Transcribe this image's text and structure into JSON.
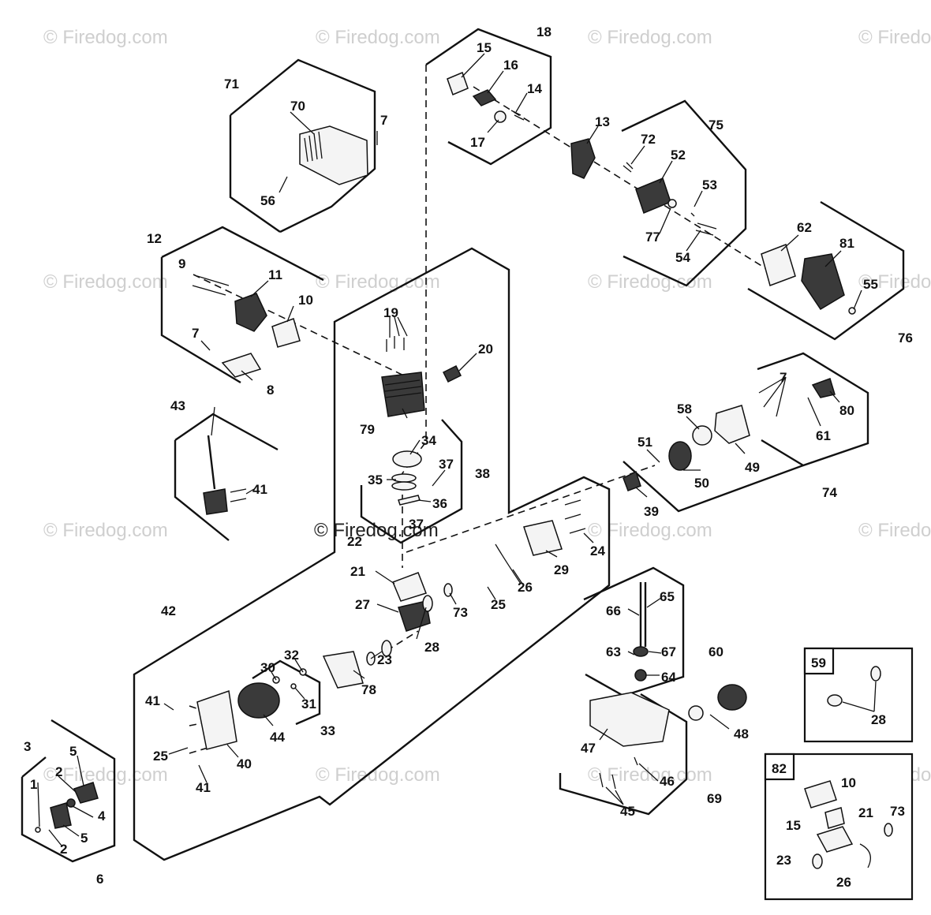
{
  "watermark": {
    "text": "© Firedog.com"
  },
  "callouts": [
    {
      "id": "c18",
      "text": "18"
    },
    {
      "id": "c15a",
      "text": "15"
    },
    {
      "id": "c16",
      "text": "16"
    },
    {
      "id": "c14",
      "text": "14"
    },
    {
      "id": "c17",
      "text": "17"
    },
    {
      "id": "c13",
      "text": "13"
    },
    {
      "id": "c71",
      "text": "71"
    },
    {
      "id": "c70",
      "text": "70"
    },
    {
      "id": "c7a",
      "text": "7"
    },
    {
      "id": "c56",
      "text": "56"
    },
    {
      "id": "c75",
      "text": "75"
    },
    {
      "id": "c72",
      "text": "72"
    },
    {
      "id": "c52",
      "text": "52"
    },
    {
      "id": "c53",
      "text": "53"
    },
    {
      "id": "c77",
      "text": "77"
    },
    {
      "id": "c54",
      "text": "54"
    },
    {
      "id": "c62",
      "text": "62"
    },
    {
      "id": "c81",
      "text": "81"
    },
    {
      "id": "c55",
      "text": "55"
    },
    {
      "id": "c76",
      "text": "76"
    },
    {
      "id": "c12",
      "text": "12"
    },
    {
      "id": "c9",
      "text": "9"
    },
    {
      "id": "c11",
      "text": "11"
    },
    {
      "id": "c10a",
      "text": "10"
    },
    {
      "id": "c7b",
      "text": "7"
    },
    {
      "id": "c8",
      "text": "8"
    },
    {
      "id": "c19",
      "text": "19"
    },
    {
      "id": "c20",
      "text": "20"
    },
    {
      "id": "c79",
      "text": "79"
    },
    {
      "id": "c34",
      "text": "34"
    },
    {
      "id": "c37a",
      "text": "37"
    },
    {
      "id": "c35",
      "text": "35"
    },
    {
      "id": "c38",
      "text": "38"
    },
    {
      "id": "c36",
      "text": "36"
    },
    {
      "id": "c37b",
      "text": "37"
    },
    {
      "id": "c43",
      "text": "43"
    },
    {
      "id": "c41a",
      "text": "41"
    },
    {
      "id": "c7c",
      "text": "7"
    },
    {
      "id": "c80",
      "text": "80"
    },
    {
      "id": "c58",
      "text": "58"
    },
    {
      "id": "c61",
      "text": "61"
    },
    {
      "id": "c51",
      "text": "51"
    },
    {
      "id": "c49",
      "text": "49"
    },
    {
      "id": "c50",
      "text": "50"
    },
    {
      "id": "c74",
      "text": "74"
    },
    {
      "id": "c39",
      "text": "39"
    },
    {
      "id": "c22",
      "text": "22"
    },
    {
      "id": "c24",
      "text": "24"
    },
    {
      "id": "c29",
      "text": "29"
    },
    {
      "id": "c21a",
      "text": "21"
    },
    {
      "id": "c26a",
      "text": "26"
    },
    {
      "id": "c25a",
      "text": "25"
    },
    {
      "id": "c73a",
      "text": "73"
    },
    {
      "id": "c27",
      "text": "27"
    },
    {
      "id": "c28a",
      "text": "28"
    },
    {
      "id": "c23a",
      "text": "23"
    },
    {
      "id": "c42",
      "text": "42"
    },
    {
      "id": "c78",
      "text": "78"
    },
    {
      "id": "c32",
      "text": "32"
    },
    {
      "id": "c30",
      "text": "30"
    },
    {
      "id": "c31",
      "text": "31"
    },
    {
      "id": "c33",
      "text": "33"
    },
    {
      "id": "c44",
      "text": "44"
    },
    {
      "id": "c41b",
      "text": "41"
    },
    {
      "id": "c25b",
      "text": "25"
    },
    {
      "id": "c40",
      "text": "40"
    },
    {
      "id": "c41c",
      "text": "41"
    },
    {
      "id": "c66",
      "text": "66"
    },
    {
      "id": "c65",
      "text": "65"
    },
    {
      "id": "c67",
      "text": "67"
    },
    {
      "id": "c60",
      "text": "60"
    },
    {
      "id": "c63",
      "text": "63"
    },
    {
      "id": "c64",
      "text": "64"
    },
    {
      "id": "c48",
      "text": "48"
    },
    {
      "id": "c47",
      "text": "47"
    },
    {
      "id": "c46",
      "text": "46"
    },
    {
      "id": "c45",
      "text": "45"
    },
    {
      "id": "c69",
      "text": "69"
    },
    {
      "id": "c3",
      "text": "3"
    },
    {
      "id": "c5a",
      "text": "5"
    },
    {
      "id": "c2a",
      "text": "2"
    },
    {
      "id": "c1",
      "text": "1"
    },
    {
      "id": "c4",
      "text": "4"
    },
    {
      "id": "c2b",
      "text": "2"
    },
    {
      "id": "c5b",
      "text": "5"
    },
    {
      "id": "c6",
      "text": "6"
    },
    {
      "id": "c59",
      "text": "59"
    },
    {
      "id": "c28b",
      "text": "28"
    },
    {
      "id": "c82",
      "text": "82"
    },
    {
      "id": "c10b",
      "text": "10"
    },
    {
      "id": "c15b",
      "text": "15"
    },
    {
      "id": "c21b",
      "text": "21"
    },
    {
      "id": "c73b",
      "text": "73"
    },
    {
      "id": "c23b",
      "text": "23"
    },
    {
      "id": "c26b",
      "text": "26"
    }
  ]
}
